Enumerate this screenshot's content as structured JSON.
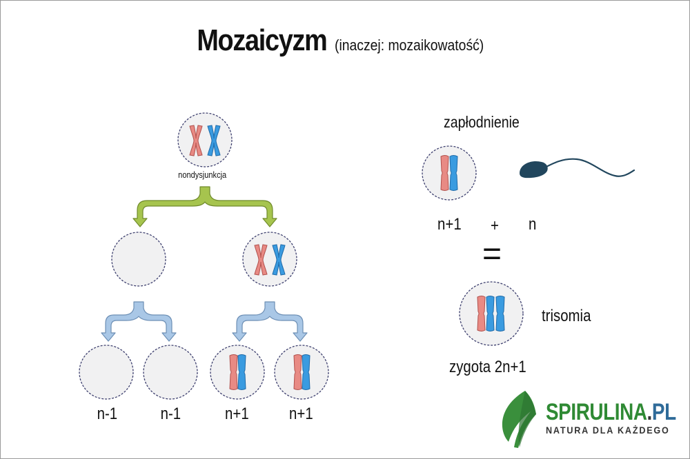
{
  "title": {
    "main": "Mozaicyzm",
    "sub": "(inaczej: mozaikowatość)"
  },
  "labels": {
    "nondisjunction": "nondysjunkcja",
    "fertilization": "zapłodnienie",
    "egg": "n+1",
    "plus": "+",
    "sperm": "n",
    "equals": "=",
    "trisomy": "trisomia",
    "zygote": "zygota 2n+1"
  },
  "bottom_labels": [
    "n-1",
    "n-1",
    "n+1",
    "n+1"
  ],
  "logo": {
    "brand": "SPIRULINA",
    "dot": ".",
    "tld": "PL",
    "tagline": "NATURA DLA KAŻDEGO"
  },
  "colors": {
    "chromosome_pink": "#e88a84",
    "chromosome_blue": "#3a9be0",
    "arrow_green": "#a6c44e",
    "arrow_blue": "#a9c7e6",
    "cell_fill": "#f1f1f2",
    "sperm": "#21465d",
    "logo_green": "#2f8a34"
  }
}
